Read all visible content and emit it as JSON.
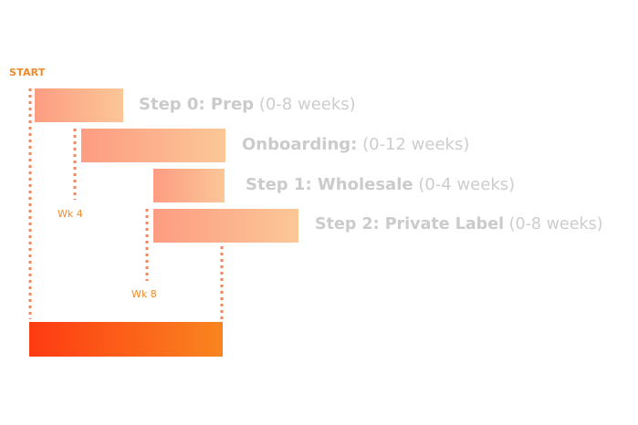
{
  "start_label": "START",
  "steps": [
    {
      "name": "Step 0: Prep",
      "duration": "(0-8 weeks)"
    },
    {
      "name": "Onboarding:",
      "duration": "(0-12 weeks)"
    },
    {
      "name": "Step 1: Wholesale",
      "duration": "(0-4 weeks)"
    },
    {
      "name": "Step 2: Private Label",
      "duration": "(0-8 weeks)"
    }
  ],
  "milestones": [
    "Wk 4",
    "Wk 8"
  ],
  "colors": {
    "accent": "#f08a2a",
    "bar_gradient_start": "#fd9c82",
    "bar_gradient_end": "#fcc797",
    "total_gradient_start": "#fe3a12",
    "total_gradient_end": "#f9851f",
    "label_gray": "#cbcbcb",
    "dotted_line": "#f4865c"
  }
}
